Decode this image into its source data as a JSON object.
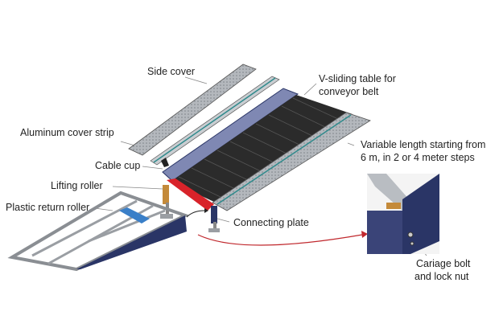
{
  "labels": {
    "side_cover": "Side cover",
    "v_sliding_table": [
      "V-sliding table for",
      "conveyor belt"
    ],
    "aluminum_cover_strip": "Aluminum cover strip",
    "variable_length": [
      "Variable length starting from",
      "6 m, in 2 or 4 meter steps"
    ],
    "cable_cup": "Cable cup",
    "lifting_roller": "Lifting roller",
    "plastic_return_roller": "Plastic return roller",
    "connecting_plate": "Connecting plate",
    "carriage_bolt": [
      "Cariage bolt",
      "and lock nut"
    ]
  },
  "colors": {
    "frame_blue": "#2a3566",
    "belt": "#2b2b2b",
    "lifting_roller": "#d8232a",
    "return_roller": "#3a7fc8",
    "arrow": "#c0282d",
    "rail_grey": "#a7abb0"
  }
}
